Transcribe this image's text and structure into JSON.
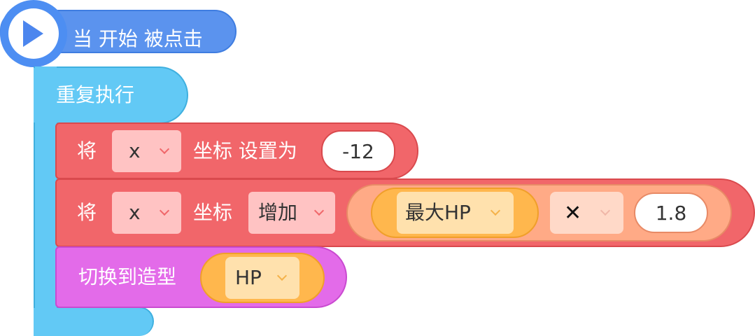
{
  "hat": {
    "label": "当 开始 被点击",
    "icon": "play-icon"
  },
  "forever": {
    "label": "重复执行"
  },
  "set_block": {
    "prefix": "将",
    "axis": "x",
    "mid": "坐标 设置为",
    "value": "-12"
  },
  "change_block": {
    "prefix": "将",
    "axis": "x",
    "mid": "坐标",
    "mode": "增加",
    "variable": "最大HP",
    "operator": "✕",
    "operand": "1.8"
  },
  "costume_block": {
    "label": "切换到造型",
    "costume": "HP"
  },
  "colors": {
    "event": "#5b93ee",
    "control": "#62c9f5",
    "motion": "#f1666a",
    "looks": "#e36be9",
    "variable": "#ffb74d",
    "operator": "#ffaa86"
  }
}
